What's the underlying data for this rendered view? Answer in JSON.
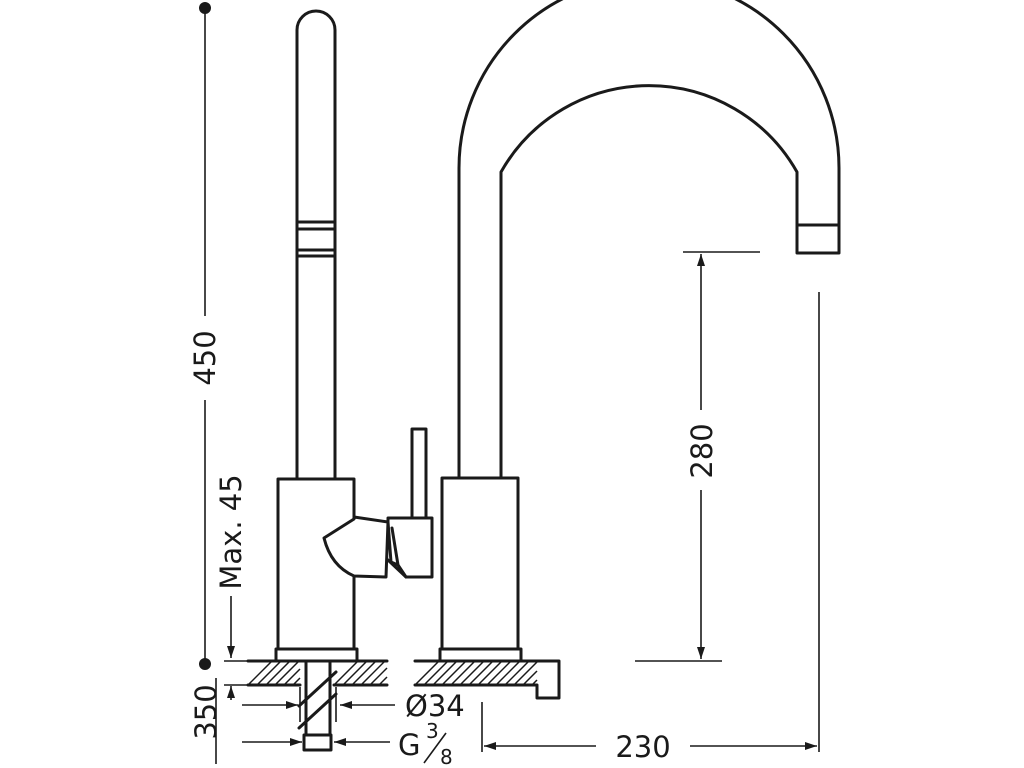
{
  "dimensions": {
    "total_height": "450",
    "max_deck": "Max. 45",
    "spout_clearance": "280",
    "spout_reach": "230",
    "shank_length": "350",
    "hole_diameter": "Ø34",
    "thread": "G",
    "thread_fraction_num": "3",
    "thread_fraction_den": "8"
  }
}
